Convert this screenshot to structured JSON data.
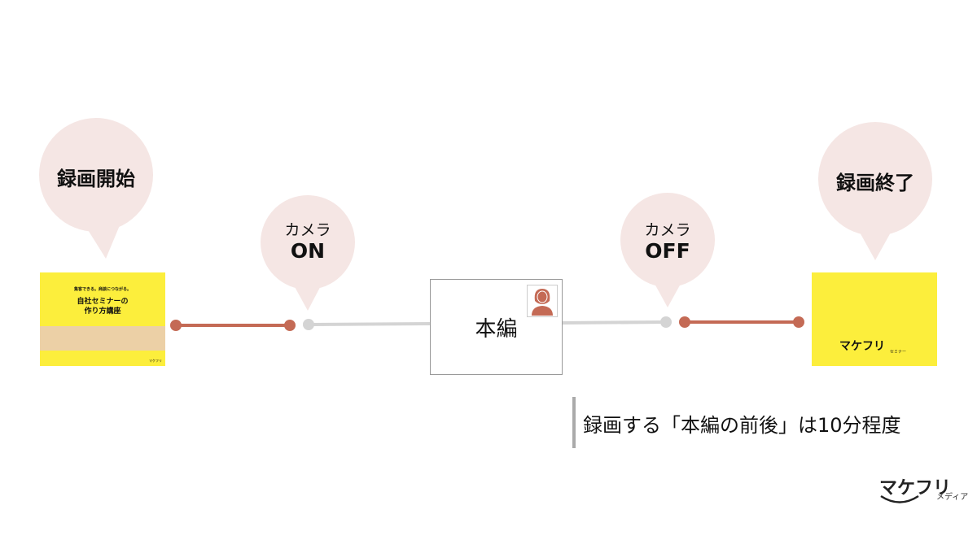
{
  "bubbles": {
    "start": "録画開始",
    "camera_on_top": "カメラ",
    "camera_on_bottom": "ON",
    "camera_off_top": "カメラ",
    "camera_off_bottom": "OFF",
    "end": "録画終了"
  },
  "left_slide": {
    "subtitle": "集客できる。商談につながる。",
    "title_line1": "自社セミナーの",
    "title_line2": "作り方講座",
    "logo": "マケフリ"
  },
  "right_slide": {
    "logo": "マケフリ",
    "logo_sub": "セミナー"
  },
  "main_box": {
    "label": "本編",
    "icon": "presenter-person-icon"
  },
  "note": "録画する「本編の前後」は10分程度",
  "brand": {
    "logo": "マケフリ",
    "sub": "メディア"
  },
  "colors": {
    "bubble": "#f5e6e4",
    "accent": "#c46a55",
    "grey": "#d4d4d4",
    "yellow": "#fcee3c"
  }
}
